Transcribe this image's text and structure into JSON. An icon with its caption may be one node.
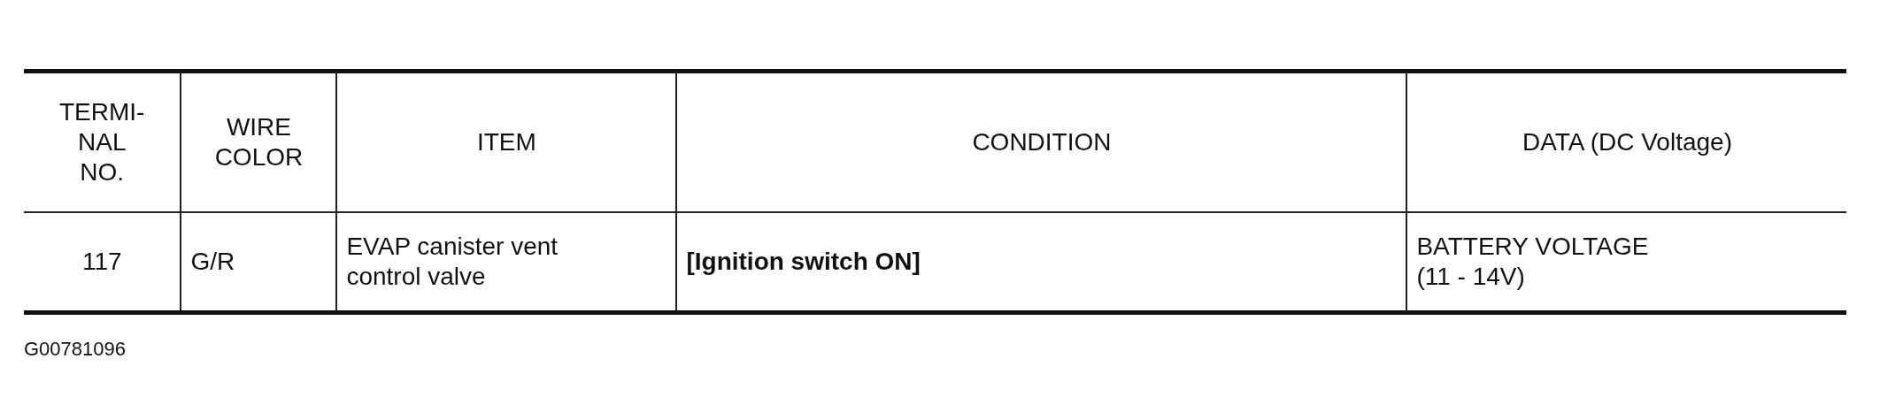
{
  "diagram": {
    "labels": [
      "TERMI- NAL NO.",
      "WIRE COLOR",
      "ITEM",
      "CONDITION",
      "DATA (DC Voltage)",
      "117",
      "G/R",
      "EVAP canister vent control valve",
      "[Ignition switch ON]",
      "BATTERY VOLTAGE (11 - 14V)",
      "G00781096"
    ]
  }
}
